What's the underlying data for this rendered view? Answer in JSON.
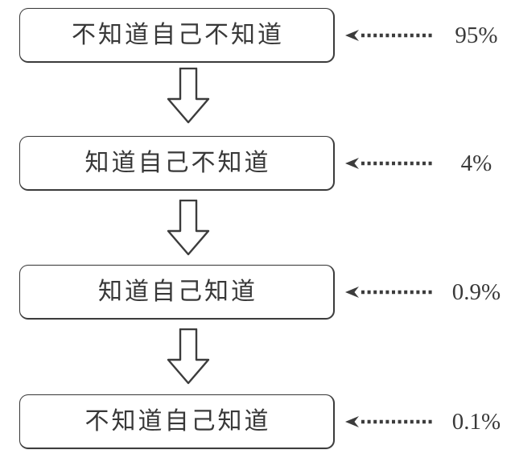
{
  "diagram": {
    "type": "flowchart",
    "rows": [
      {
        "label": "不知道自己不知道",
        "percent": "95%"
      },
      {
        "label": "知道自己不知道",
        "percent": "4%"
      },
      {
        "label": "知道自己知道",
        "percent": "0.9%"
      },
      {
        "label": "不知道自己知道",
        "percent": "0.1%"
      }
    ],
    "colors": {
      "line": "#3d3d3d",
      "text": "#383838",
      "background": "#ffffff"
    }
  }
}
